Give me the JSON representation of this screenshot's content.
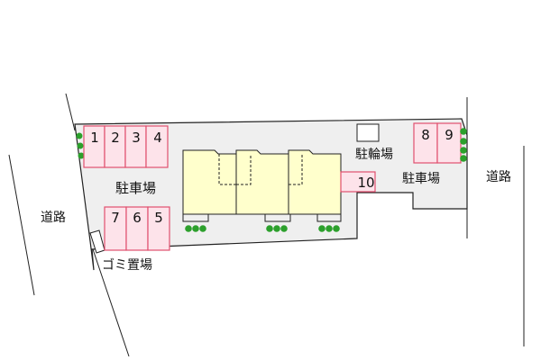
{
  "labels": {
    "road_left": "道路",
    "road_right": "道路",
    "parking_left": "駐車場",
    "parking_right": "駐車場",
    "bicycle": "駐輪場",
    "garbage": "ゴミ置場"
  },
  "parking_spaces": {
    "top_left": [
      "1",
      "2",
      "3",
      "4"
    ],
    "bottom_left": [
      "7",
      "6",
      "5"
    ],
    "top_right": [
      "8",
      "9"
    ],
    "extra": "10"
  },
  "colors": {
    "lot_fill": "#efefef",
    "space_fill": "#fde3ea",
    "space_stroke": "#e0506e",
    "building_fill": "#ffffcc",
    "tree": "#2ca02c",
    "outline": "#222222"
  }
}
